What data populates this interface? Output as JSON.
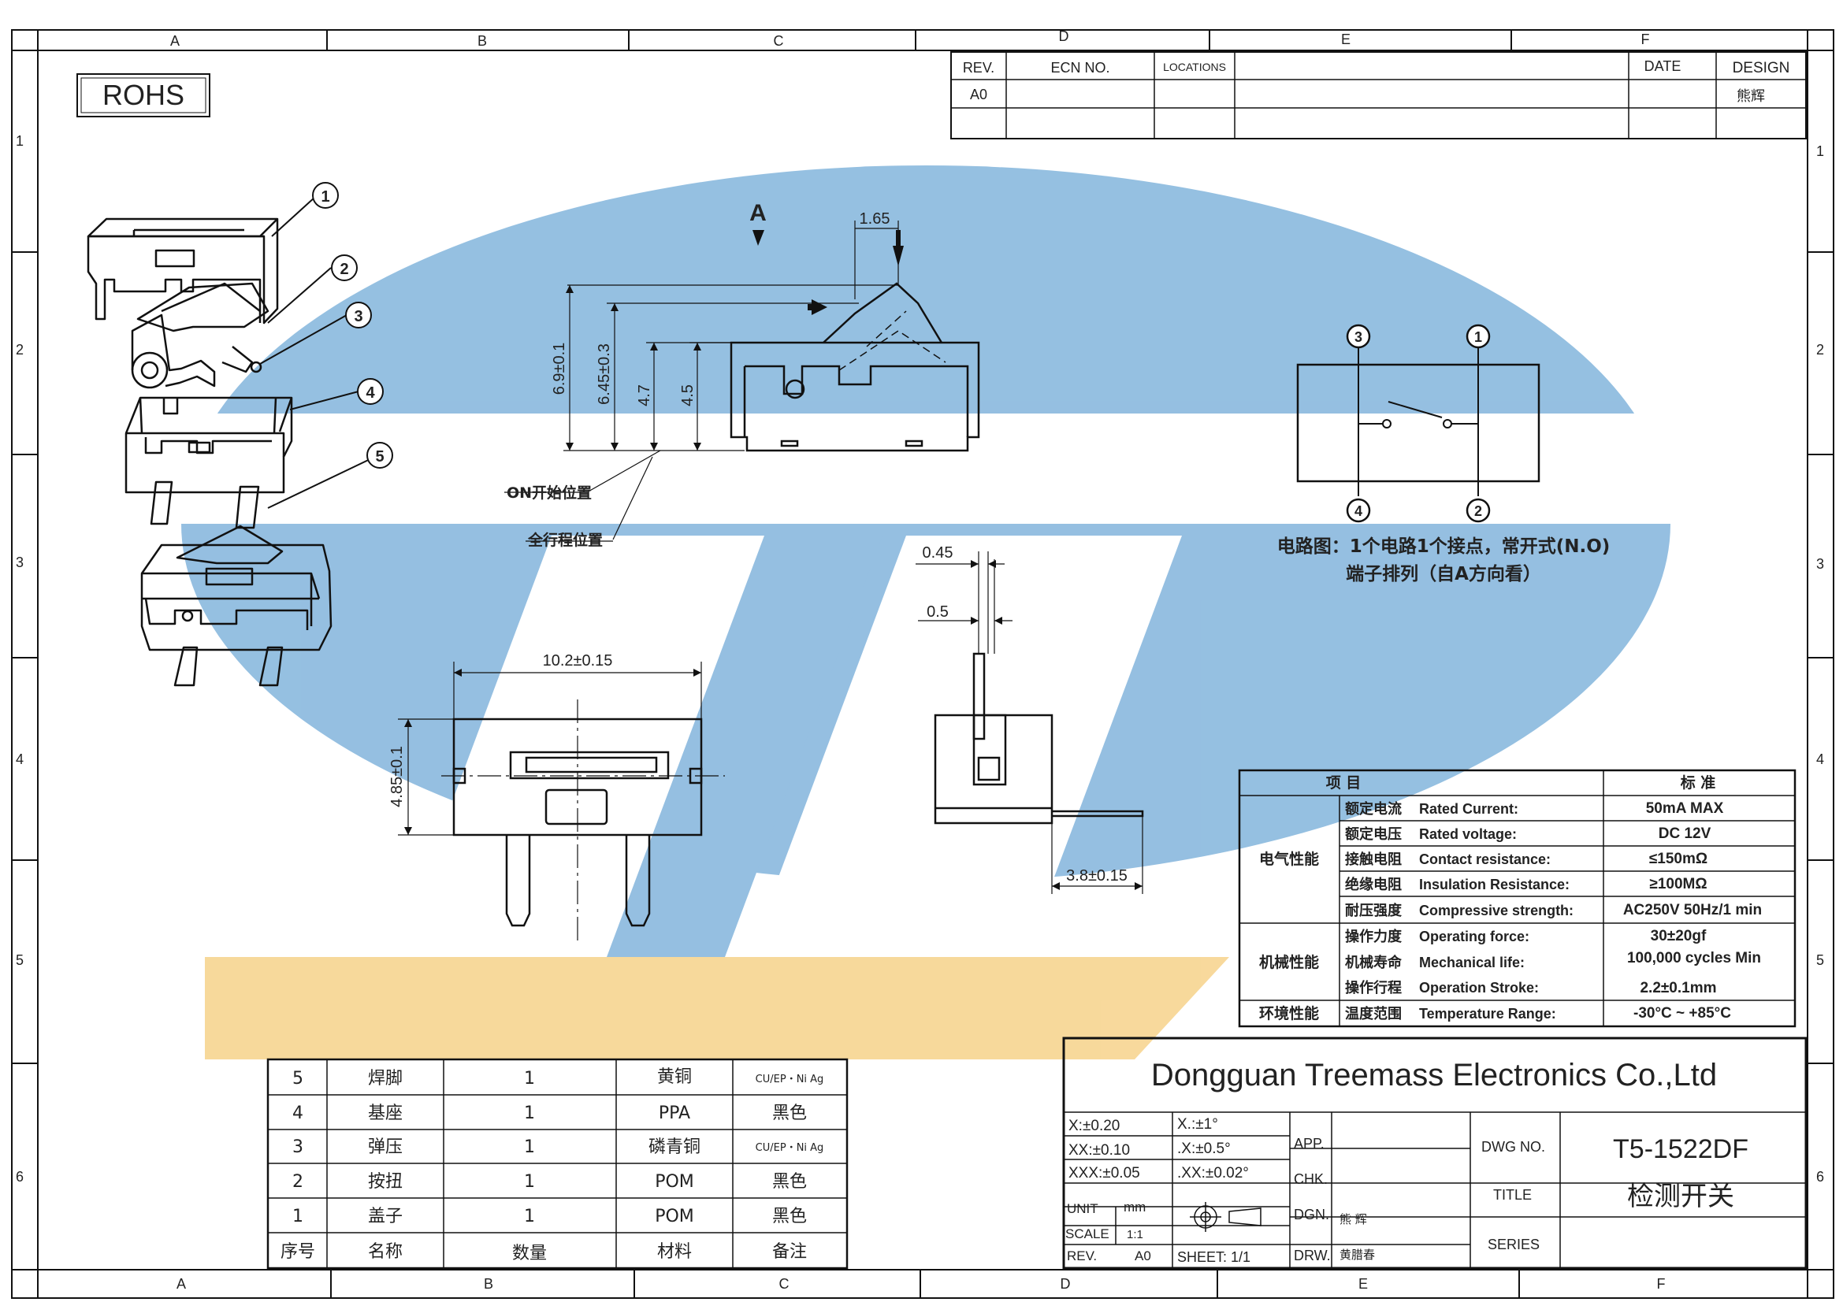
{
  "frame": {
    "cols_top": [
      "A",
      "B",
      "C",
      "D",
      "E",
      "F"
    ],
    "cols_bottom": [
      "A",
      "B",
      "C",
      "D",
      "E",
      "F"
    ],
    "rows_left": [
      "1",
      "2",
      "3",
      "4",
      "5",
      "6"
    ],
    "rows_right": [
      "1",
      "2",
      "3",
      "4",
      "5",
      "6"
    ]
  },
  "rohs": "ROHS",
  "revision": {
    "headers": [
      "REV.",
      "ECN NO.",
      "LOCATIONS",
      "",
      "DATE",
      "DESIGN"
    ],
    "row": [
      "A0",
      "",
      "",
      "",
      "",
      "熊辉"
    ]
  },
  "balloons": [
    "1",
    "2",
    "3",
    "4",
    "5"
  ],
  "side_view": {
    "view_marker": "A",
    "dims": {
      "top": "1.65",
      "h1": "6.9±0.1",
      "h2": "6.45±0.3",
      "h3": "4.7",
      "h4": "4.5"
    },
    "label_on": "ON开始位置",
    "label_full": "全行程位置"
  },
  "front_view": {
    "dims": {
      "width": "10.2±0.15",
      "height": "4.85±0.1"
    }
  },
  "end_view": {
    "dims": {
      "d1": "0.45",
      "d2": "0.5",
      "d3": "3.8±0.15"
    }
  },
  "circuit": {
    "terminals": [
      "3",
      "1",
      "4",
      "2"
    ],
    "caption1": "电路图：1个电路1个接点，常开式(N.O)",
    "caption2": "端子排列（自A方向看）"
  },
  "spec_table": {
    "header": [
      "项  目",
      "标  准"
    ],
    "groups": [
      {
        "name": "电气性能",
        "rows": [
          {
            "cn": "额定电流",
            "en": "Rated Current:",
            "val": "50mA MAX"
          },
          {
            "cn": "额定电压",
            "en": "Rated voltage:",
            "val": "DC 12V"
          },
          {
            "cn": "接触电阻",
            "en": "Contact resistance:",
            "val": "≤150mΩ"
          },
          {
            "cn": "绝缘电阻",
            "en": "Insulation Resistance:",
            "val": "≥100MΩ"
          },
          {
            "cn": "耐压强度",
            "en": "Compressive strength:",
            "val": "AC250V  50Hz/1 min"
          }
        ]
      },
      {
        "name": "机械性能",
        "rows": [
          {
            "cn": "操作力度",
            "en": "Operating force:",
            "val": "30±20gf"
          },
          {
            "cn": "机械寿命",
            "en": "Mechanical life:",
            "val": "100,000 cycles Min"
          },
          {
            "cn": "操作行程",
            "en": "Operation Stroke:",
            "val": "2.2±0.1mm"
          }
        ]
      },
      {
        "name": "环境性能",
        "rows": [
          {
            "cn": "温度范围",
            "en": "Temperature Range:",
            "val": "-30°C ~ +85°C"
          }
        ]
      }
    ]
  },
  "bom": {
    "rows": [
      [
        "5",
        "焊脚",
        "1",
        "黄铜",
        "CU/EP・Ni  Ag"
      ],
      [
        "4",
        "基座",
        "1",
        "PPA",
        "黑色"
      ],
      [
        "3",
        "弹压",
        "1",
        "磷青铜",
        "CU/EP・Ni  Ag"
      ],
      [
        "2",
        "按扭",
        "1",
        "POM",
        "黑色"
      ],
      [
        "1",
        "盖子",
        "1",
        "POM",
        "黑色"
      ]
    ],
    "header": [
      "序号",
      "名称",
      "数量",
      "材料",
      "备注"
    ]
  },
  "title_block": {
    "company": "Dongguan Treemass Electronics Co.,Ltd",
    "tolerances": [
      [
        "X:±0.20",
        "X.:±1°"
      ],
      [
        "XX:±0.10",
        ".X:±0.5°"
      ],
      [
        "XXX:±0.05",
        ".XX:±0.02°"
      ]
    ],
    "unit_label": "UNIT",
    "unit_value": "mm",
    "scale_label": "SCALE",
    "scale_value": "1:1",
    "rev_label": "REV.",
    "rev_value": "A0",
    "sheet": "SHEET:  1/1",
    "app": "APP.",
    "chk": "CHK.",
    "dgn": "DGN.",
    "drw": "DRW.",
    "dgn_name": "熊 辉",
    "drw_name": "黄腊春",
    "dwg_label": "DWG NO.",
    "dwg_no": "T5-1522DF",
    "title_label": "TITLE",
    "title": "检测开关",
    "series_label": "SERIES",
    "series": ""
  },
  "colors": {
    "watermark_blue": "#7fb0d8",
    "watermark_yellow": "#f6d08a",
    "line": "#111111"
  }
}
